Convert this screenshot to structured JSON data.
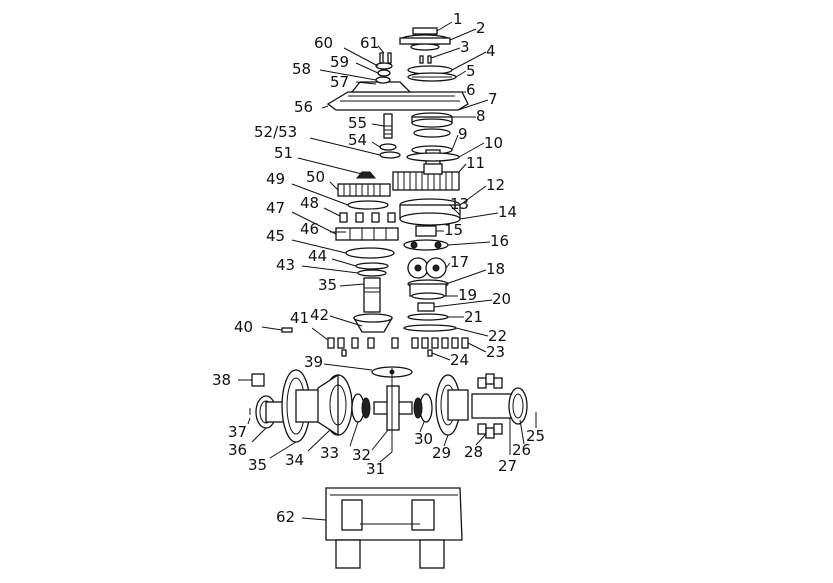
{
  "callouts": [
    {
      "id": "c1",
      "text": "1"
    },
    {
      "id": "c2",
      "text": "2"
    },
    {
      "id": "c3",
      "text": "3"
    },
    {
      "id": "c4",
      "text": "4"
    },
    {
      "id": "c5",
      "text": "5"
    },
    {
      "id": "c6",
      "text": "6"
    },
    {
      "id": "c7",
      "text": "7"
    },
    {
      "id": "c8",
      "text": "8"
    },
    {
      "id": "c9",
      "text": "9"
    },
    {
      "id": "c10",
      "text": "10"
    },
    {
      "id": "c11",
      "text": "11"
    },
    {
      "id": "c12",
      "text": "12"
    },
    {
      "id": "c13",
      "text": "13"
    },
    {
      "id": "c14",
      "text": "14"
    },
    {
      "id": "c15",
      "text": "15"
    },
    {
      "id": "c16",
      "text": "16"
    },
    {
      "id": "c17",
      "text": "17"
    },
    {
      "id": "c18",
      "text": "18"
    },
    {
      "id": "c19",
      "text": "19"
    },
    {
      "id": "c20",
      "text": "20"
    },
    {
      "id": "c21",
      "text": "21"
    },
    {
      "id": "c22",
      "text": "22"
    },
    {
      "id": "c23",
      "text": "23"
    },
    {
      "id": "c24",
      "text": "24"
    },
    {
      "id": "c25",
      "text": "25"
    },
    {
      "id": "c26",
      "text": "26"
    },
    {
      "id": "c27",
      "text": "27"
    },
    {
      "id": "c28",
      "text": "28"
    },
    {
      "id": "c29",
      "text": "29"
    },
    {
      "id": "c30",
      "text": "30"
    },
    {
      "id": "c31",
      "text": "31"
    },
    {
      "id": "c32",
      "text": "32"
    },
    {
      "id": "c33",
      "text": "33"
    },
    {
      "id": "c34",
      "text": "34"
    },
    {
      "id": "c35a",
      "text": "35"
    },
    {
      "id": "c35b",
      "text": "35"
    },
    {
      "id": "c36",
      "text": "36"
    },
    {
      "id": "c37",
      "text": "37"
    },
    {
      "id": "c38",
      "text": "38"
    },
    {
      "id": "c39",
      "text": "39"
    },
    {
      "id": "c40",
      "text": "40"
    },
    {
      "id": "c41",
      "text": "41"
    },
    {
      "id": "c42",
      "text": "42"
    },
    {
      "id": "c43",
      "text": "43"
    },
    {
      "id": "c44",
      "text": "44"
    },
    {
      "id": "c45",
      "text": "45"
    },
    {
      "id": "c46",
      "text": "46"
    },
    {
      "id": "c47",
      "text": "47"
    },
    {
      "id": "c48",
      "text": "48"
    },
    {
      "id": "c49",
      "text": "49"
    },
    {
      "id": "c50",
      "text": "50"
    },
    {
      "id": "c51",
      "text": "51"
    },
    {
      "id": "c5253",
      "text": "52/53"
    },
    {
      "id": "c54",
      "text": "54"
    },
    {
      "id": "c55",
      "text": "55"
    },
    {
      "id": "c56",
      "text": "56"
    },
    {
      "id": "c57",
      "text": "57"
    },
    {
      "id": "c58",
      "text": "58"
    },
    {
      "id": "c59",
      "text": "59"
    },
    {
      "id": "c60",
      "text": "60"
    },
    {
      "id": "c61",
      "text": "61"
    },
    {
      "id": "c62",
      "text": "62"
    }
  ]
}
